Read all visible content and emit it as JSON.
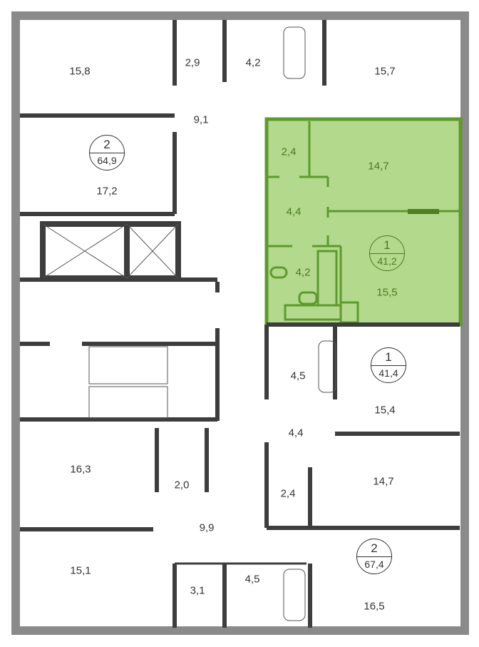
{
  "plan": {
    "rooms": [
      {
        "id": "r1",
        "area": "15,8"
      },
      {
        "id": "r2",
        "area": "2,9"
      },
      {
        "id": "r3",
        "area": "4,2"
      },
      {
        "id": "r4",
        "area": "15,7"
      },
      {
        "id": "r5",
        "area": "9,1"
      },
      {
        "id": "r6",
        "area": "17,2"
      },
      {
        "id": "r7",
        "area": "2,4"
      },
      {
        "id": "r8",
        "area": "14,7"
      },
      {
        "id": "r9",
        "area": "4,4"
      },
      {
        "id": "r10",
        "area": "4,2"
      },
      {
        "id": "r11",
        "area": "15,5"
      },
      {
        "id": "r12",
        "area": "4,5"
      },
      {
        "id": "r13",
        "area": "15,4"
      },
      {
        "id": "r14",
        "area": "4,4"
      },
      {
        "id": "r15",
        "area": "16,3"
      },
      {
        "id": "r16",
        "area": "2,0"
      },
      {
        "id": "r17",
        "area": "14,7"
      },
      {
        "id": "r18",
        "area": "2,4"
      },
      {
        "id": "r19",
        "area": "9,9"
      },
      {
        "id": "r20",
        "area": "15,1"
      },
      {
        "id": "r21",
        "area": "3,1"
      },
      {
        "id": "r22",
        "area": "4,5"
      },
      {
        "id": "r23",
        "area": "16,5"
      }
    ],
    "apartments": [
      {
        "rooms": "2",
        "area": "64,9",
        "highlighted": false
      },
      {
        "rooms": "1",
        "area": "41,2",
        "highlighted": true
      },
      {
        "rooms": "1",
        "area": "41,4",
        "highlighted": false
      },
      {
        "rooms": "2",
        "area": "67,4",
        "highlighted": false
      }
    ],
    "colors": {
      "highlight_fill": "#b2d98c",
      "highlight_stroke": "#5e9a2c",
      "highlight_text": "#4b7a1e",
      "wall": "#3d3d3d",
      "outer_wall": "#8a8a8a"
    }
  }
}
